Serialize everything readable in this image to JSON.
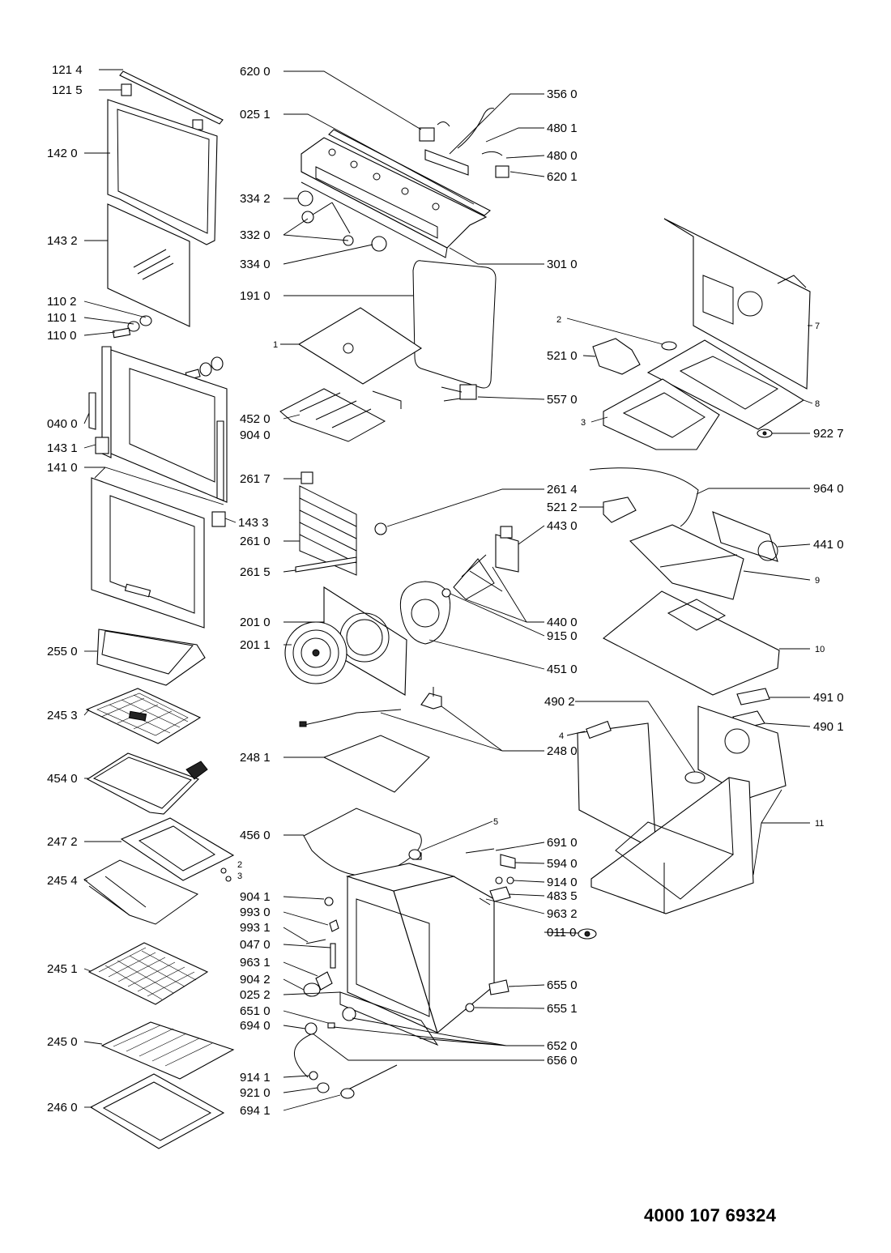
{
  "document_number": "4000 107 69324",
  "labels": {
    "l1214": "121 4",
    "l1215": "121 5",
    "l1420": "142 0",
    "l1432": "143 2",
    "l1102": "110 2",
    "l1101": "110 1",
    "l1100": "110 0",
    "l0400": "040 0",
    "l1431": "143 1",
    "l1410": "141 0",
    "l1433": "143 3",
    "l2550": "255 0",
    "l2453": "245 3",
    "l4540": "454 0",
    "l2472": "247 2",
    "l2454": "245 4",
    "l2451": "245 1",
    "l2450": "245 0",
    "l2460": "246 0",
    "l6200": "620 0",
    "l0251": "025 1",
    "l3342": "334 2",
    "l3320": "332 0",
    "l3340": "334 0",
    "l1910": "191 0",
    "c1": "1",
    "l4520": "452 0",
    "l9040": "904 0",
    "l2617": "261 7",
    "l2610": "261 0",
    "l2615": "261 5",
    "l2010": "201 0",
    "l2011": "201 1",
    "l2481": "248 1",
    "l4560": "456 0",
    "l9041": "904 1",
    "l9930": "993 0",
    "l9931": "993 1",
    "l0470": "047 0",
    "l9631": "963 1",
    "l9042": "904 2",
    "l0252": "025 2",
    "l6510": "651 0",
    "l6940": "694 0",
    "l9141": "914 1",
    "l9210": "921 0",
    "l6941": "694 1",
    "c2s": "2",
    "c3s": "3",
    "l3560": "356 0",
    "l4801": "480 1",
    "l4800": "480 0",
    "l6201": "620 1",
    "l3010": "301 0",
    "l5570": "557 0",
    "l2614": "261 4",
    "l5212": "521 2",
    "l4430": "443 0",
    "l4400": "440 0",
    "l9150": "915 0",
    "l4510": "451 0",
    "l2480": "248 0",
    "c5": "5",
    "l6910": "691 0",
    "l5940": "594 0",
    "l9140": "914 0",
    "l4835": "483 5",
    "l9632": "963 2",
    "l0110": "011 0",
    "l6550": "655 0",
    "l6551": "655 1",
    "l6520": "652 0",
    "l6560": "656 0",
    "c2": "2",
    "l5210": "521 0",
    "c3": "3",
    "c7": "7",
    "c8": "8",
    "l9227": "922 7",
    "l9640": "964 0",
    "l4410": "441 0",
    "c9": "9",
    "c10": "10",
    "l4910": "491 0",
    "l4902": "490 2",
    "l4901": "490 1",
    "c4": "4",
    "c11": "11"
  }
}
